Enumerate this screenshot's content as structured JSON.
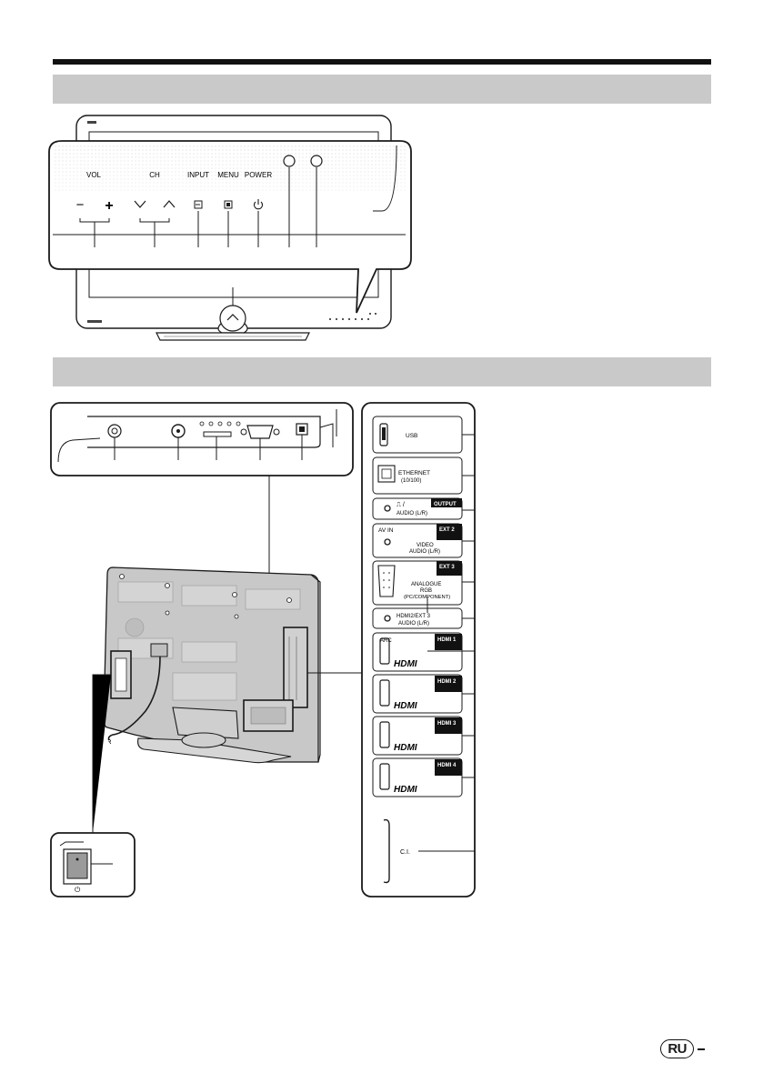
{
  "front": {
    "labels": {
      "vol": "VOL",
      "ch": "CH",
      "input": "INPUT",
      "menu": "MENU",
      "power": "POWER"
    },
    "symbols": {
      "vol_minus": "−",
      "vol_plus": "+"
    }
  },
  "rear": {
    "ports": {
      "usb": "USB",
      "ethernet_1": "ETHERNET",
      "ethernet_2": "(10/100)",
      "output_tag": "OUTPUT",
      "headphone_audio": "AUDIO (L/R)",
      "av_in": "AV IN",
      "ext2": "EXT 2",
      "video": "VIDEO",
      "ext2_audio": "AUDIO (L/R)",
      "ext3": "EXT 3",
      "analogue": "ANALOGUE",
      "rgb": "RGB",
      "pc_component": "(PC/COMPONENT)",
      "hdmi2_ext3_audio_1": "HDMI2/EXT 3",
      "hdmi2_ext3_audio_2": "AUDIO (L/R)",
      "arc": "ARC",
      "hdmi1": "HDMI 1",
      "hdmi2": "HDMI 2",
      "hdmi3": "HDMI 3",
      "hdmi4": "HDMI 4",
      "hdmi_logo": "HDMI",
      "ci": "C.I."
    }
  },
  "footer": {
    "lang_badge": "RU"
  },
  "colors": {
    "band": "#c9c9c9",
    "line": "#1a1a1a",
    "tag_bg": "#111111"
  }
}
